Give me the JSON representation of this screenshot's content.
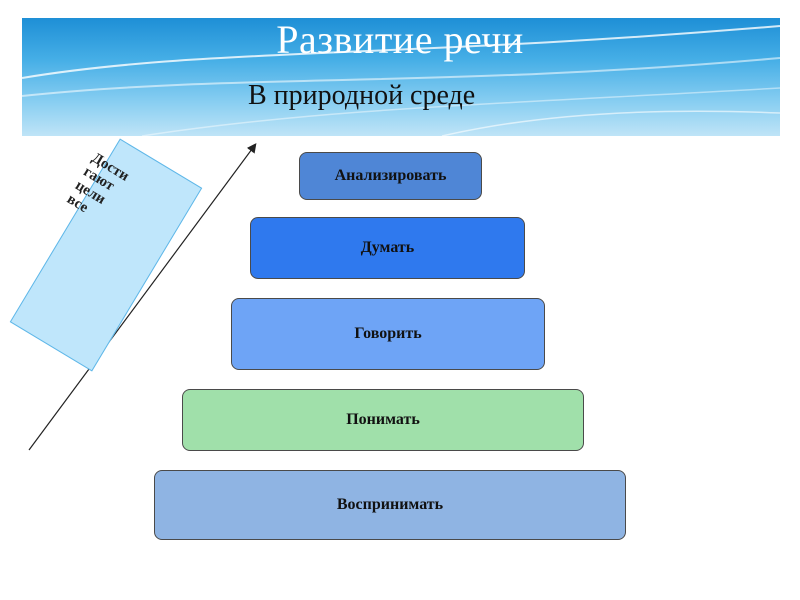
{
  "header": {
    "title": "Развитие речи",
    "subtitle": "В природной среде"
  },
  "side_note": {
    "lines": [
      "Дости",
      "гают",
      "цели",
      "все"
    ]
  },
  "pyramid": {
    "levels": [
      {
        "label": "Анализировать"
      },
      {
        "label": "Думать"
      },
      {
        "label": "Говорить"
      },
      {
        "label": "Понимать"
      },
      {
        "label": "Воспринимать"
      }
    ]
  },
  "colors": {
    "banner": "#45aee6",
    "level_1": "#4f86d6",
    "level_2": "#2f79ee",
    "level_3": "#6ea4f6",
    "level_4": "#a0e0aa",
    "level_5": "#8fb4e3",
    "side_box": "#bfe6fb"
  }
}
